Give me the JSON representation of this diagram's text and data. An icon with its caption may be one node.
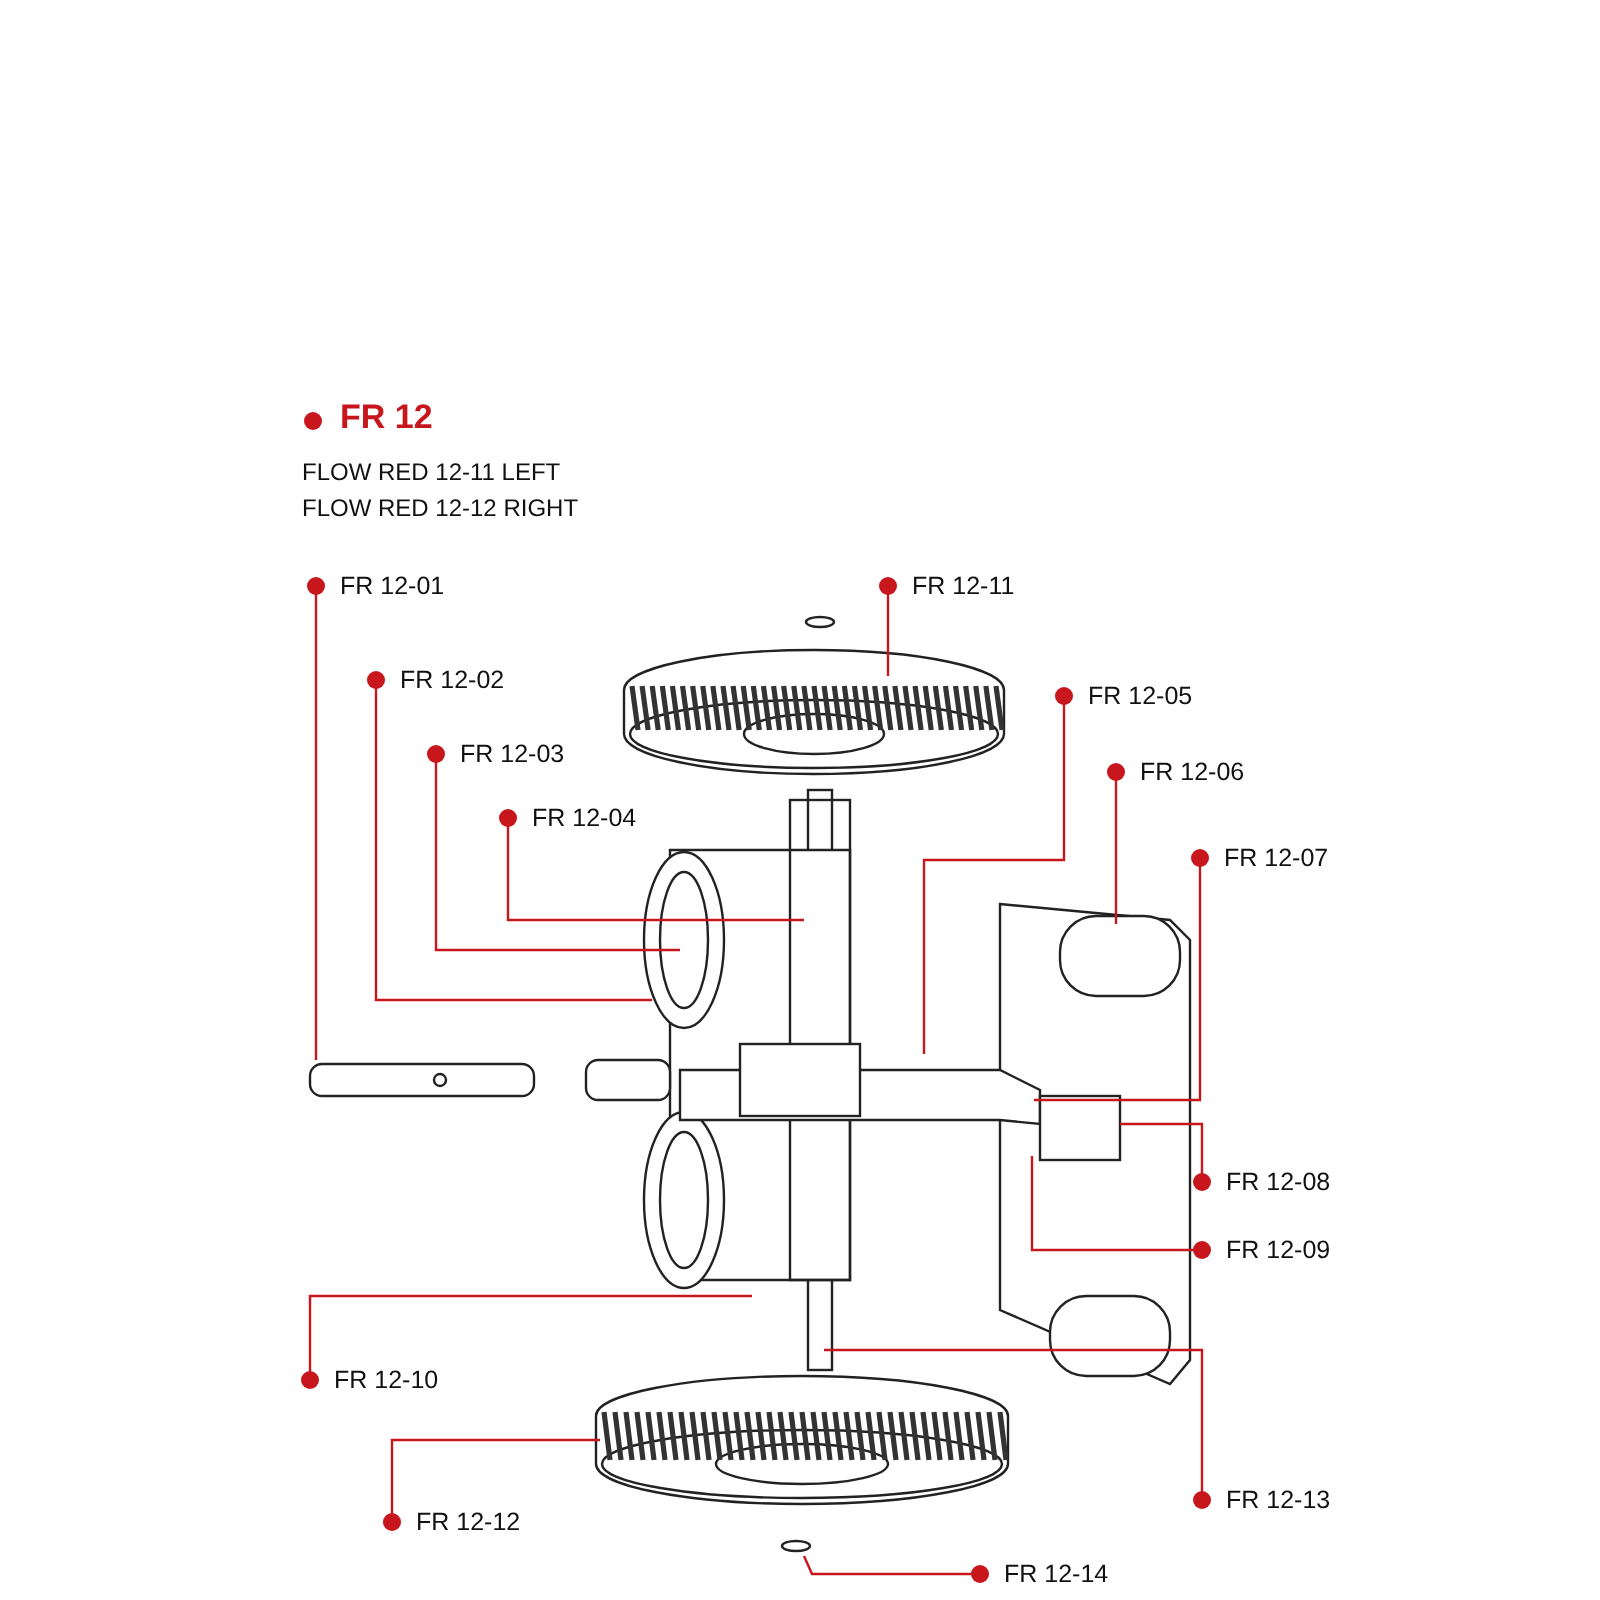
{
  "diagram": {
    "title": "FR 12",
    "nodes": [
      {
        "text": [
          "FR 12-01"
        ]
      },
      {
        "text": [
          "FR 12-11"
        ]
      },
      {
        "text": [
          "FR 12-02"
        ]
      },
      {
        "text": [
          "FR 12-05"
        ]
      },
      {
        "text": [
          "FR 12-03"
        ]
      },
      {
        "text": [
          "FR 12-06"
        ]
      },
      {
        "text": [
          "FR 12-04"
        ]
      },
      {
        "text": [
          "FR 12-07"
        ]
      },
      {
        "text": [
          "FR 12-08"
        ]
      },
      {
        "text": [
          "FR 12-09"
        ]
      },
      {
        "text": [
          "FR 12-10"
        ]
      },
      {
        "text": [
          "FR 12-13"
        ]
      },
      {
        "text": [
          "FR 12-12"
        ]
      },
      {
        "text": [
          "FR 12-14"
        ]
      }
    ],
    "edges": [
      {
        "from": 0,
        "to": null,
        "arrow": "other"
      },
      {
        "from": 1,
        "to": null,
        "arrow": "other"
      },
      {
        "from": 2,
        "to": null,
        "arrow": "other"
      },
      {
        "from": 3,
        "to": null,
        "arrow": "other"
      },
      {
        "from": 4,
        "to": null,
        "arrow": "other"
      },
      {
        "from": 5,
        "to": null,
        "arrow": "other"
      },
      {
        "from": 6,
        "to": null,
        "arrow": "other"
      },
      {
        "from": 7,
        "to": null,
        "arrow": "other"
      },
      {
        "from": 8,
        "to": null,
        "arrow": "other"
      },
      {
        "from": 9,
        "to": null,
        "arrow": "other"
      },
      {
        "from": 10,
        "to": null,
        "arrow": "other"
      },
      {
        "from": 11,
        "to": null,
        "arrow": "other"
      },
      {
        "from": 12,
        "to": null,
        "arrow": "other"
      },
      {
        "from": 13,
        "to": null,
        "arrow": "other"
      }
    ],
    "labels": [
      "FLOW RED 12-11 LEFT",
      "FLOW RED 12-12 RIGHT"
    ]
  }
}
